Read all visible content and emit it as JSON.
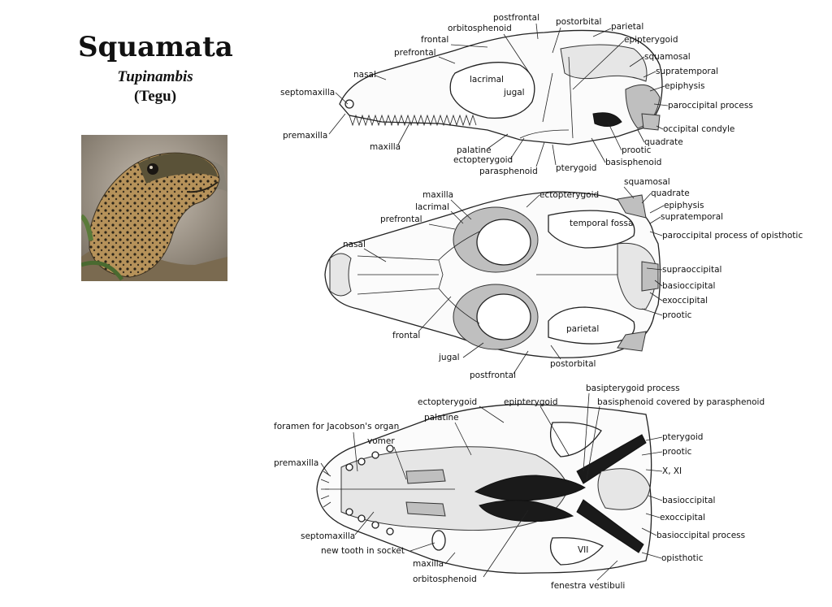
{
  "title": "Squamata",
  "genus": "Tupinambis",
  "common_name": "(Tegu)",
  "lateral_labels": {
    "postfrontal": "postfrontal",
    "orbitosphenoid": "orbitosphenoid",
    "postorbital": "postorbital",
    "parietal": "parietal",
    "frontal": "frontal",
    "epipterygoid": "epipterygoid",
    "prefrontal": "prefrontal",
    "squamosal": "squamosal",
    "supratemporal": "supratemporal",
    "nasal": "nasal",
    "epiphysis": "epiphysis",
    "lacrimal": "lacrimal",
    "septomaxilla": "septomaxilla",
    "jugal": "jugal",
    "paroccipital_process": "paroccipital process",
    "occipital_condyle": "occipital condyle",
    "premaxilla": "premaxilla",
    "quadrate": "quadrate",
    "prootic": "prootic",
    "maxilla": "maxilla",
    "palatine": "palatine",
    "basisphenoid": "basisphenoid",
    "ectopterygoid": "ectopterygoid",
    "pterygoid": "pterygoid",
    "parasphenoid": "parasphenoid"
  },
  "dorsal_labels": {
    "maxilla": "maxilla",
    "ectopterygoid": "ectopterygoid",
    "squamosal": "squamosal",
    "lacrimal": "lacrimal",
    "quadrate": "quadrate",
    "prefrontal": "prefrontal",
    "epiphysis": "epiphysis",
    "temporal_fossa": "temporal fossa",
    "supratemporal": "supratemporal",
    "nasal": "nasal",
    "paroccipital_process_of_opisthotic": "paroccipital process of opisthotic",
    "supraoccipital": "supraoccipital",
    "basioccipital": "basioccipital",
    "exoccipital": "exoccipital",
    "prootic": "prootic",
    "frontal": "frontal",
    "parietal": "parietal",
    "jugal": "jugal",
    "postorbital": "postorbital",
    "postfrontal": "postfrontal"
  },
  "ventral_labels": {
    "basipterygoid_process": "basipterygoid process",
    "ectopterygoid": "ectopterygoid",
    "epipterygoid": "epipterygoid",
    "basisphenoid_covered_by_parasphenoid": "basisphenoid covered by parasphenoid",
    "palatine": "palatine",
    "foramen_for_jacobsons_organ": "foramen for Jacobson's organ",
    "pterygoid": "pterygoid",
    "vomer": "vomer",
    "prootic": "prootic",
    "premaxilla": "premaxilla",
    "x_xi": "X, XI",
    "basioccipital": "basioccipital",
    "exoccipital": "exoccipital",
    "septomaxilla": "septomaxilla",
    "basioccipital_process": "basioccipital process",
    "new_tooth_in_socket": "new tooth in socket",
    "vii": "VII",
    "maxilla": "maxilla",
    "opisthotic": "opisthotic",
    "orbitosphenoid": "orbitosphenoid",
    "fenestra_vestibuli": "fenestra vestibuli"
  }
}
